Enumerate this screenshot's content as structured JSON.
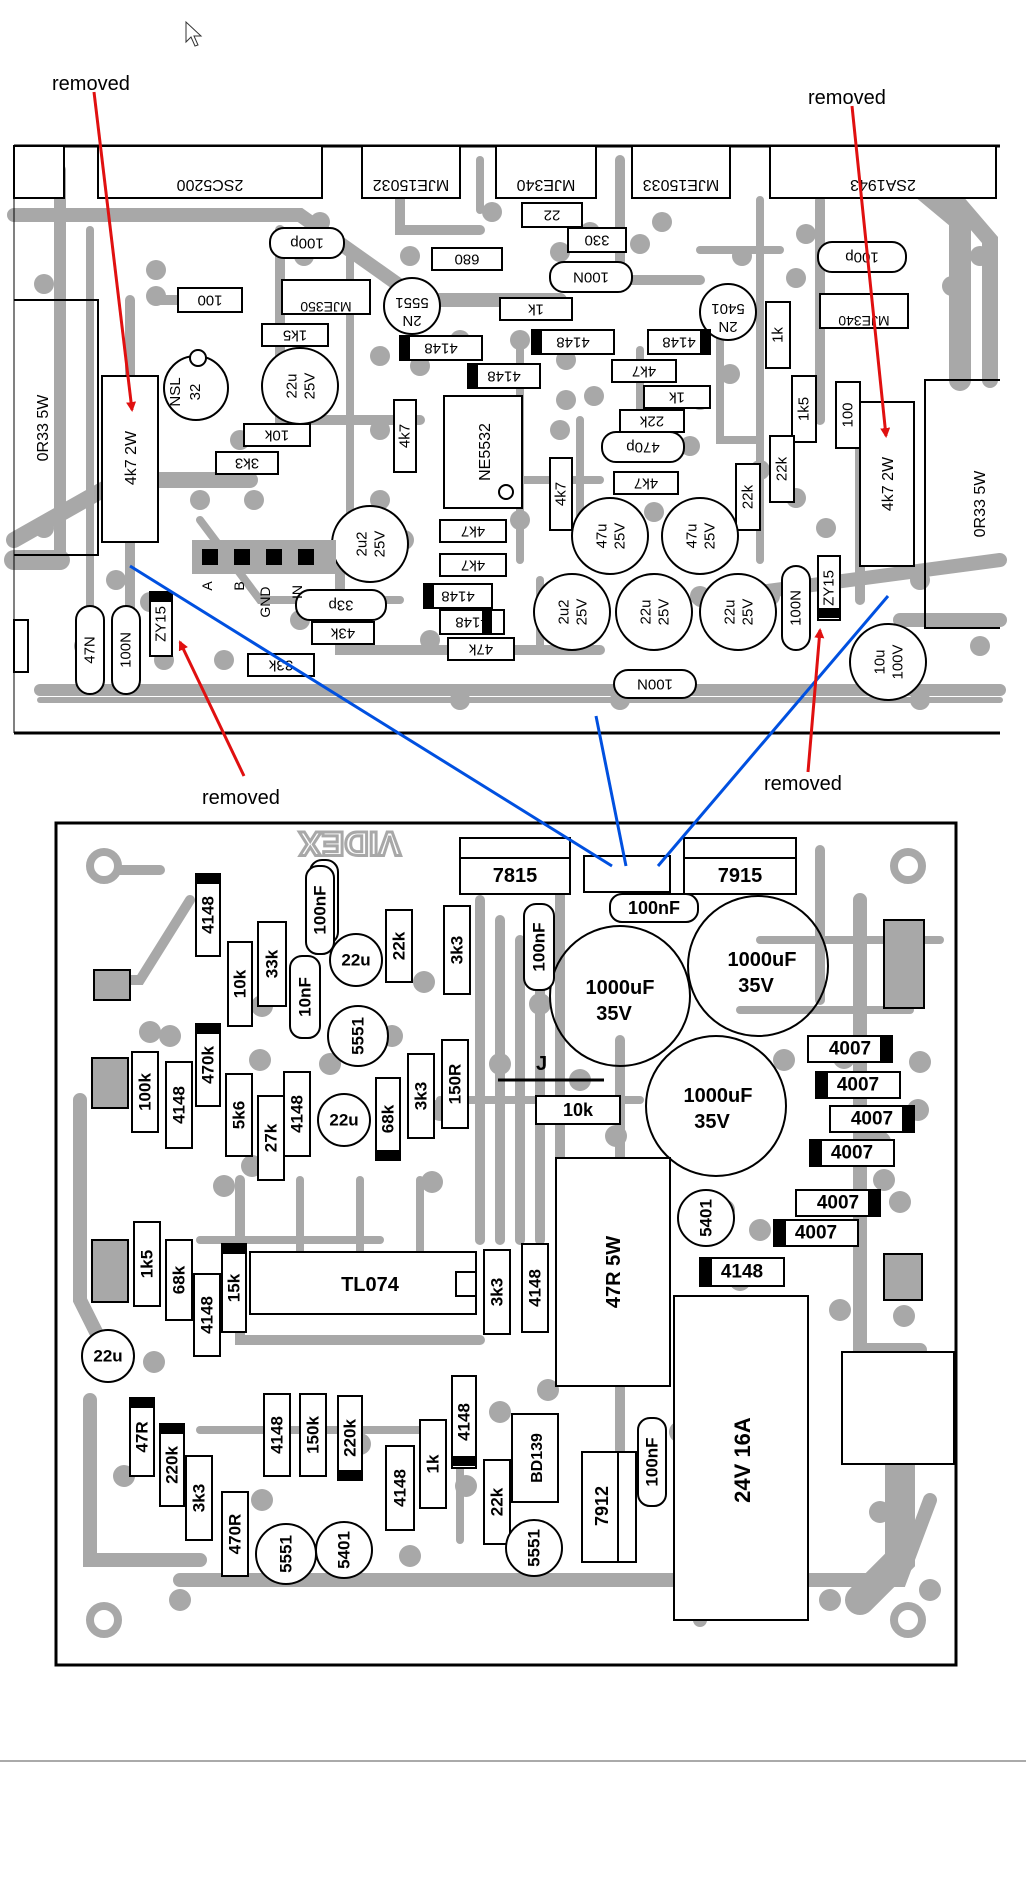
{
  "annotations": {
    "removed_top_left": "removed",
    "removed_top_right": "removed",
    "removed_mid_left": "removed",
    "removed_mid_right": "removed",
    "arrow_color": "#e01010",
    "wire_color": "#0050e0"
  },
  "colors": {
    "track": "#a8a8a8",
    "board_line": "#000000",
    "part_fill": "#ffffff"
  },
  "top_board": {
    "transistors": [
      "2SC5200",
      "MJE15032",
      "MJE340",
      "MJE15033",
      "2SA1943"
    ],
    "power_resistors": [
      "0R33 5W",
      "4k7 2W",
      "4k7 2W",
      "0R33 5W"
    ],
    "ic": "NE5532",
    "tr_2n5551": [
      "2N",
      "5551"
    ],
    "tr_2n5401": [
      "2N",
      "5401"
    ],
    "nsl": [
      "NSL",
      "32"
    ],
    "mje350": "MJE350",
    "mje340": "MJE340",
    "parts_h": [
      "22",
      "330",
      "100N",
      "680",
      "100p",
      "100p",
      "100",
      "1k5",
      "1k",
      "10k",
      "3k3",
      "4148",
      "4148",
      "4148",
      "4148",
      "4k7",
      "1k",
      "22k",
      "470p",
      "4k7",
      "4k7",
      "4k7",
      "4148",
      "4148",
      "47k",
      "43k",
      "33p",
      "33k",
      "100N"
    ],
    "parts_v": [
      "1k",
      "1k5",
      "100",
      "22k",
      "22k",
      "4k7",
      "4k7",
      "100N",
      "ZY15",
      "47N",
      "100N",
      "ZY15"
    ],
    "caps": [
      [
        "22u",
        "25V"
      ],
      [
        "2u2",
        "25V"
      ],
      [
        "47u",
        "25V"
      ],
      [
        "47u",
        "25V"
      ],
      [
        "2u2",
        "25V"
      ],
      [
        "22u",
        "25V"
      ],
      [
        "22u",
        "25V"
      ],
      [
        "10u",
        "100V"
      ]
    ],
    "header": [
      "A",
      "B",
      "GND",
      "IN"
    ]
  },
  "bottom_board": {
    "logo": "VIDEX",
    "regs": [
      "7815",
      "7915",
      "7912"
    ],
    "big_caps": [
      [
        "1000uF",
        "35V"
      ],
      [
        "1000uF",
        "35V"
      ],
      [
        "1000uF",
        "35V"
      ]
    ],
    "diodes_4007": [
      "4007",
      "4007",
      "4007",
      "4007",
      "4007",
      "4007"
    ],
    "ic": "TL074",
    "power_res": "47R 5W",
    "relay": "24V 16A",
    "bd139": "BD139",
    "cap_100nf": [
      "100nF",
      "100nF",
      "100nF",
      "10nF",
      "100nF"
    ],
    "small_caps": [
      "22u",
      "22u",
      "22u"
    ],
    "transistors": [
      "5551",
      "5551",
      "5401",
      "5551",
      "5401"
    ],
    "res_v": [
      "4148",
      "10k",
      "33k",
      "1k",
      "22k",
      "3k3",
      "100k",
      "4148",
      "470k",
      "5k6",
      "27k",
      "4148",
      "68k",
      "3k3",
      "150R",
      "1k5",
      "68k",
      "4148",
      "15k",
      "3k3",
      "4148",
      "4148",
      "47R",
      "220k",
      "4148",
      "150k",
      "220k",
      "3k3",
      "470R",
      "4148",
      "1k",
      "22k"
    ],
    "res_h": [
      "10k",
      "4148"
    ],
    "jumper": "J"
  }
}
